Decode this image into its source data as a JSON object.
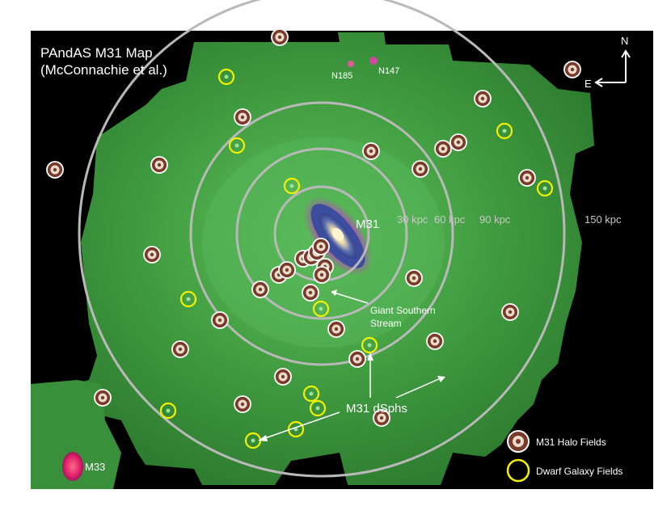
{
  "title": {
    "line1": "PAndAS M31 Map",
    "line2": "(McConnachie et al.)"
  },
  "compass": {
    "north": "N",
    "east": "E"
  },
  "galaxies": {
    "m31": "M31",
    "m33": "M33",
    "n185": "N185",
    "n147": "N147"
  },
  "rings": [
    {
      "radius_kpc": 30,
      "label": "30 kpc"
    },
    {
      "radius_kpc": 60,
      "label": "60 kpc"
    },
    {
      "radius_kpc": 90,
      "label": "90 kpc"
    },
    {
      "radius_kpc": 150,
      "label": "150 kpc"
    }
  ],
  "annotations": {
    "stream_line1": "Giant Southern",
    "stream_line2": "Stream",
    "dsphs": "M31 dSphs"
  },
  "legend": {
    "halo": "M31 Halo Fields",
    "dwarf": "Dwarf Galaxy Fields"
  },
  "colors": {
    "background": "#000000",
    "survey_green": "#3f9a3f",
    "halo_marker_fill": "#7a3a2a",
    "dwarf_marker_stroke": "#f2f200",
    "ring": "#b9b9b9"
  }
}
